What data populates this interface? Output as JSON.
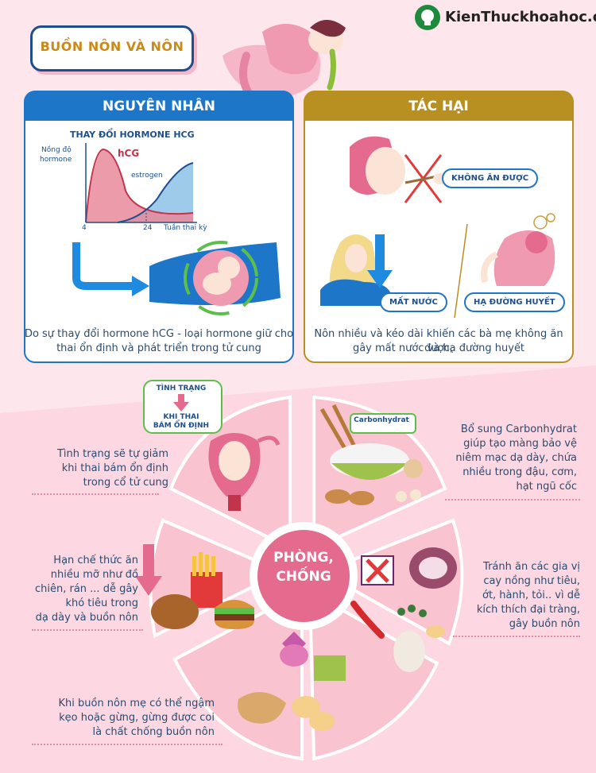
{
  "header": {
    "title": "BUỒN NÔN VÀ NÔN",
    "logo": "KienThuckhoahoc.org"
  },
  "cause": {
    "tab_label": "NGUYÊN NHÂN",
    "chart_title": "THAY ĐỔI HORMONE HCG",
    "y_axis_label": [
      "Nồng độ",
      "hormone"
    ],
    "x_axis_label": "Tuần thai kỳ",
    "series_hcg": "hCG",
    "series_estrogen": "estrogen",
    "tick_4": "4",
    "tick_24": "24",
    "caption": [
      "Do sự thay đổi hormone hCG - loại hormone giữ cho",
      "thai ổn định và phát triển trong tử cung"
    ]
  },
  "harm": {
    "tab_label": "TÁC HẠI",
    "no_eat": "KHÔNG ĂN ĐƯỢC",
    "dehydration": "MẤT NƯỚC",
    "low_sugar": "HẠ ĐƯỜNG HUYẾT",
    "caption": [
      "Nôn nhiều và kéo dài khiến các bà mẹ không ăn được,",
      "gây mất nước và hạ đường huyết"
    ]
  },
  "prevention": {
    "center": [
      "PHÒNG,",
      "CHỐNG"
    ],
    "status_box": [
      "TÌNH TRẠNG",
      "KHI THAI",
      "BÁM ỔN ĐỊNH"
    ],
    "carb_label": "Carbonhydrat",
    "tip_1": [
      "Tình trạng sẽ tự giảm",
      "khi thai bám ổn định",
      "trong cổ tử cung"
    ],
    "tip_2": [
      "Bổ sung Carbonhydrat",
      "giúp tạo màng bảo vệ",
      "niêm mạc dạ dày, chứa",
      "nhiều trong đậu, cơm,",
      "hạt ngũ cốc"
    ],
    "tip_3": [
      "Hạn chế thức ăn",
      "nhiều mỡ như đồ",
      "chiên, rán ... dễ gây",
      "khó tiêu trong",
      "dạ dày và buồn nôn"
    ],
    "tip_4": [
      "Tránh ăn các gia vị",
      "cay nồng như tiêu,",
      "ớt, hành, tỏi.. vì dễ",
      "kích thích đại tràng,",
      "gây buồn nôn"
    ],
    "tip_5": [
      "Khi buồn nôn mẹ có thể ngậm",
      "kẹo hoặc gừng, gừng được coi",
      "là chất chống buồn nôn"
    ]
  },
  "colors": {
    "blue": "#1e76c8",
    "gold": "#b89022",
    "pink": "#e46a8e",
    "background": "#fde6ec"
  }
}
